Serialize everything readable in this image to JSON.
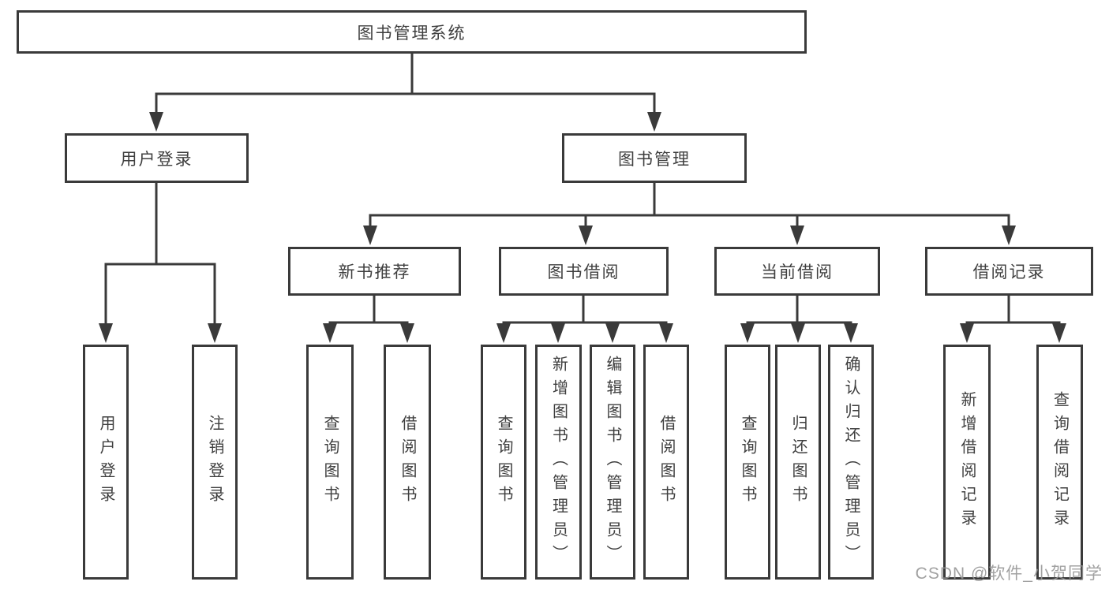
{
  "diagram": {
    "root": {
      "label": "图书管理系统"
    },
    "branches": {
      "user_login": {
        "label": "用户登录",
        "children": [
          {
            "label": "用户登录"
          },
          {
            "label": "注销登录"
          }
        ]
      },
      "book_management": {
        "label": "图书管理",
        "children": [
          {
            "label": "新书推荐",
            "children": [
              {
                "label": "查询图书"
              },
              {
                "label": "借阅图书"
              }
            ]
          },
          {
            "label": "图书借阅",
            "children": [
              {
                "label": "查询图书"
              },
              {
                "label": "新增图书（管理员）"
              },
              {
                "label": "编辑图书（管理员）"
              },
              {
                "label": "借阅图书"
              }
            ]
          },
          {
            "label": "当前借阅",
            "children": [
              {
                "label": "查询图书"
              },
              {
                "label": "归还图书"
              },
              {
                "label": "确认归还（管理员）"
              }
            ]
          },
          {
            "label": "借阅记录",
            "children": [
              {
                "label": "新增借阅记录"
              },
              {
                "label": "查询借阅记录"
              }
            ]
          }
        ]
      }
    }
  },
  "watermark": {
    "text": "CSDN @软件_小贺同学"
  },
  "colors": {
    "line": "#3a3a3a",
    "box_border": "#3a3a3a",
    "text": "#3f3f3f",
    "background": "#ffffff",
    "watermark": "#949494"
  }
}
